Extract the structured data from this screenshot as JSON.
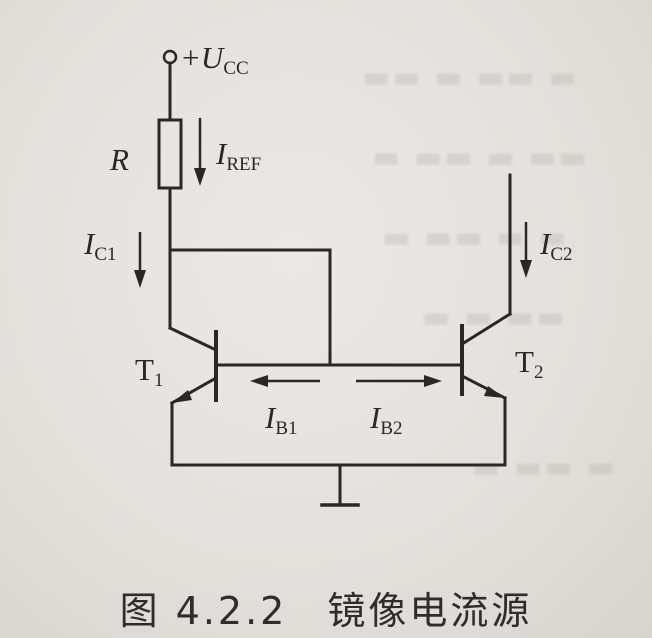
{
  "diagram": {
    "supply_label": "+U",
    "supply_sub": "CC",
    "resistor_label": "R",
    "iref_label": "I",
    "iref_sub": "REF",
    "ic1_label": "I",
    "ic1_sub": "C1",
    "ic2_label": "I",
    "ic2_sub": "C2",
    "t1_label": "T",
    "t1_sub": "1",
    "t2_label": "T",
    "t2_sub": "2",
    "ib1_label": "I",
    "ib1_sub": "B1",
    "ib2_label": "I",
    "ib2_sub": "B2"
  },
  "caption": {
    "number": "图 4.2.2",
    "title": "镜像电流源"
  },
  "colors": {
    "ink": "#2a2725",
    "paper": "#e6e3df"
  }
}
